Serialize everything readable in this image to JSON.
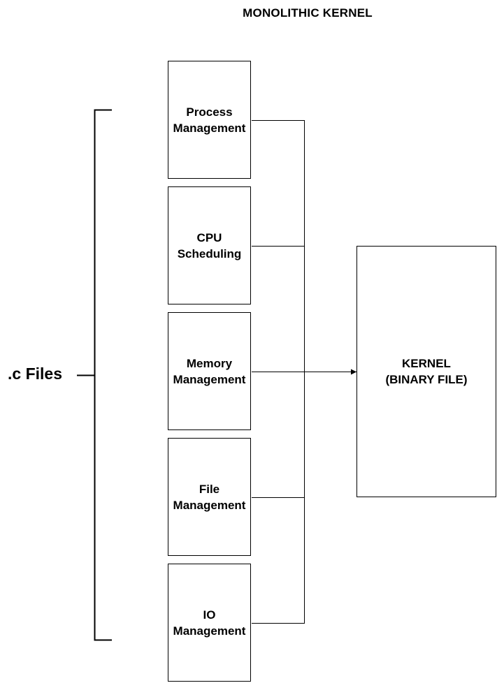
{
  "title": "MONOLITHIC KERNEL",
  "files_label": ".c Files",
  "modules": [
    {
      "line1": "Process",
      "line2": "Management"
    },
    {
      "line1": "CPU",
      "line2": "Scheduling"
    },
    {
      "line1": "Memory",
      "line2": "Management"
    },
    {
      "line1": "File",
      "line2": "Management"
    },
    {
      "line1": "IO",
      "line2": "Management"
    }
  ],
  "kernel": {
    "line1": "KERNEL",
    "line2": "(BINARY FILE)"
  },
  "colors": {
    "stroke": "#000000",
    "background": "#ffffff"
  }
}
